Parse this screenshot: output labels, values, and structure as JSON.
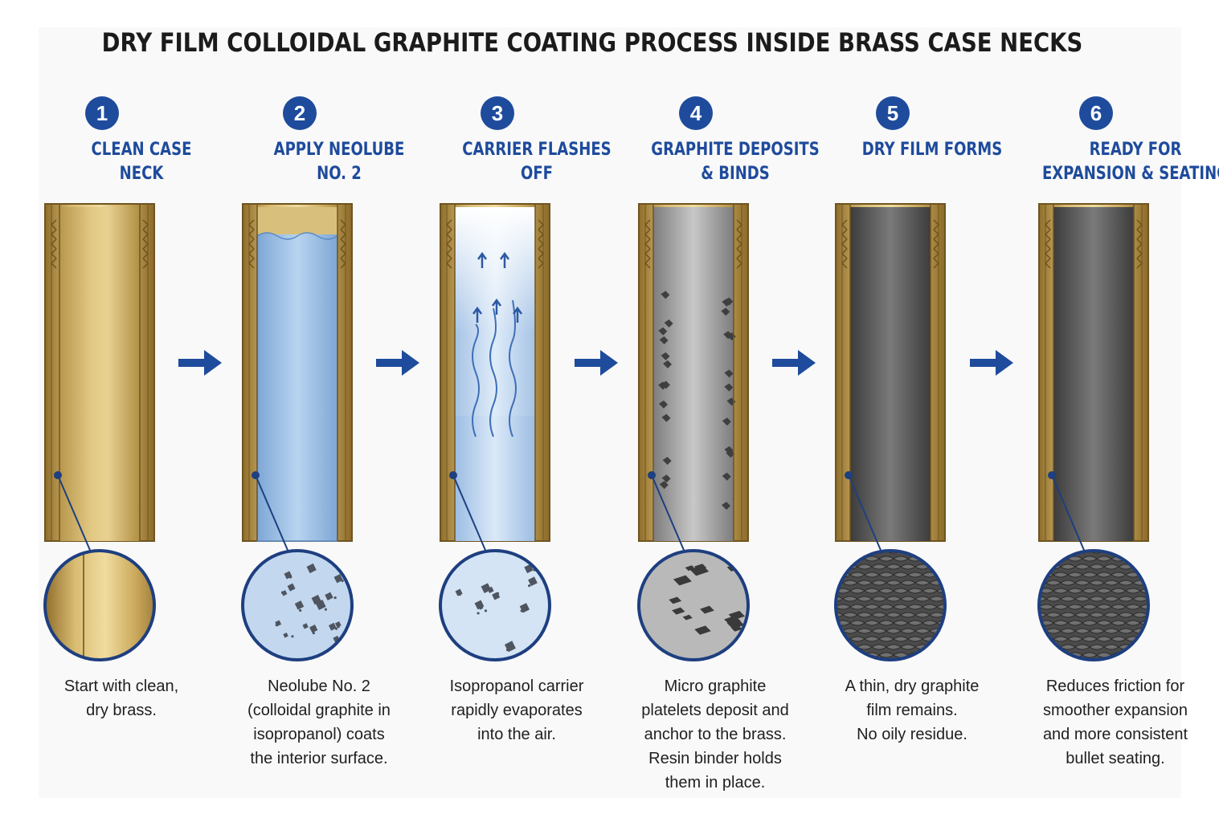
{
  "title": "DRY FILM COLLOIDAL GRAPHITE COATING PROCESS INSIDE BRASS CASE NECKS",
  "colors": {
    "accent": "#1e4b9c",
    "brass_light": "#e8cf8a",
    "brass_dark": "#a4823a",
    "liquid_blue": "#a9c8ea",
    "graphite": "#555555"
  },
  "steps": [
    {
      "number": "1",
      "heading": "CLEAN CASE\nNECK",
      "caption": "Start with clean,\ndry brass.",
      "fill": "brass",
      "magnifier": "brass-surface"
    },
    {
      "number": "2",
      "heading": "APPLY NEOLUBE\nNO. 2",
      "caption": "Neolube No. 2\n(colloidal graphite in\nisopropanol) coats\nthe interior surface.",
      "fill": "liquid",
      "magnifier": "suspended-particles"
    },
    {
      "number": "3",
      "heading": "CARRIER FLASHES\nOFF",
      "caption": "Isopropanol carrier\nrapidly evaporates\ninto the air.",
      "fill": "evaporating",
      "magnifier": "sparse-particles"
    },
    {
      "number": "4",
      "heading": "GRAPHITE DEPOSITS\n& BINDS",
      "caption": "Micro graphite\nplatelets deposit and\nanchor to the brass.\nResin binder holds\nthem in place.",
      "fill": "depositing",
      "magnifier": "platelets"
    },
    {
      "number": "5",
      "heading": "DRY FILM FORMS",
      "caption": "A thin, dry graphite\nfilm remains.\nNo oily residue.",
      "fill": "film",
      "magnifier": "scale-texture"
    },
    {
      "number": "6",
      "heading": "READY FOR\nEXPANSION & SEATING",
      "caption": "Reduces friction for\nsmoother expansion\nand more consistent\nbullet seating.",
      "fill": "film",
      "magnifier": "scale-texture"
    }
  ],
  "icons": {
    "step_arrow": "right-arrow-icon",
    "evaporation": "up-arrow-icon"
  }
}
